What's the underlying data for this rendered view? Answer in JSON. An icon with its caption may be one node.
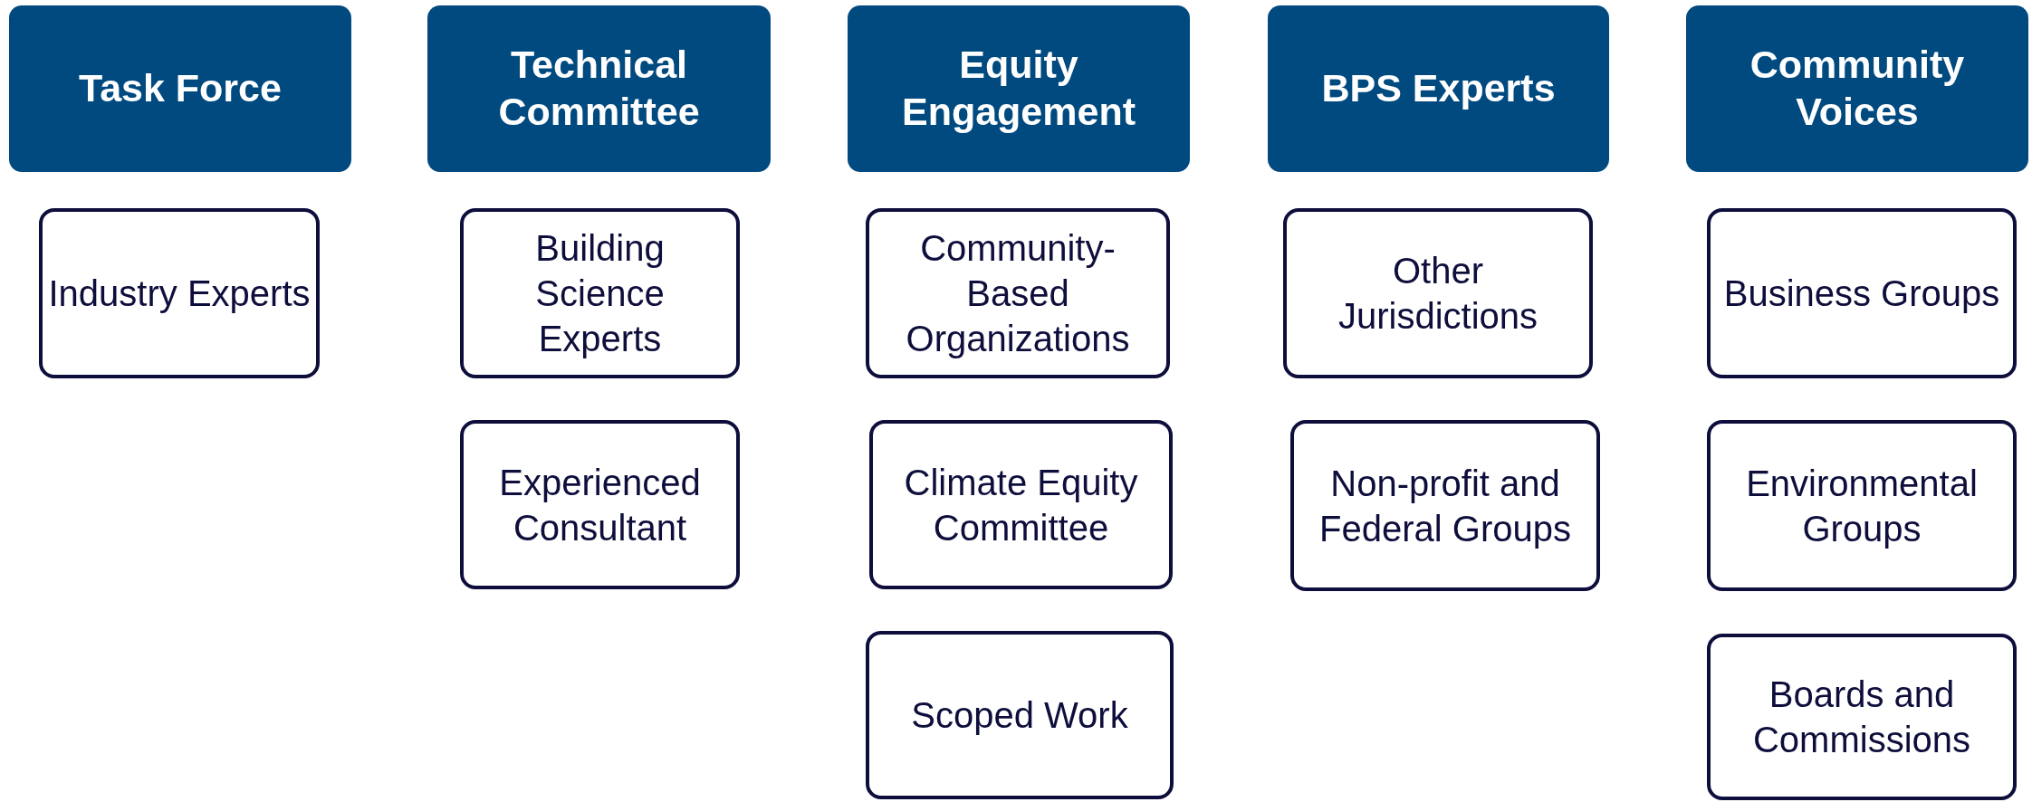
{
  "diagram": {
    "nodes": [
      {
        "text": [
          "Task Force"
        ]
      },
      {
        "text": [
          "Industry Experts"
        ]
      },
      {
        "text": [
          "Technical Committee"
        ]
      },
      {
        "text": [
          "Building Science Experts"
        ]
      },
      {
        "text": [
          "Experienced Consultant"
        ]
      },
      {
        "text": [
          "Equity Engagement"
        ]
      },
      {
        "text": [
          "Community-Based Organizations"
        ]
      },
      {
        "text": [
          "Climate Equity Committee"
        ]
      },
      {
        "text": [
          "Scoped Work"
        ]
      },
      {
        "text": [
          "BPS Experts"
        ]
      },
      {
        "text": [
          "Other Jurisdictions"
        ]
      },
      {
        "text": [
          "Non-profit and Federal Groups"
        ]
      },
      {
        "text": [
          "Community Voices"
        ]
      },
      {
        "text": [
          "Business Groups"
        ]
      },
      {
        "text": [
          "Environmental Groups"
        ]
      },
      {
        "text": [
          "Boards and Commissions"
        ]
      }
    ]
  }
}
